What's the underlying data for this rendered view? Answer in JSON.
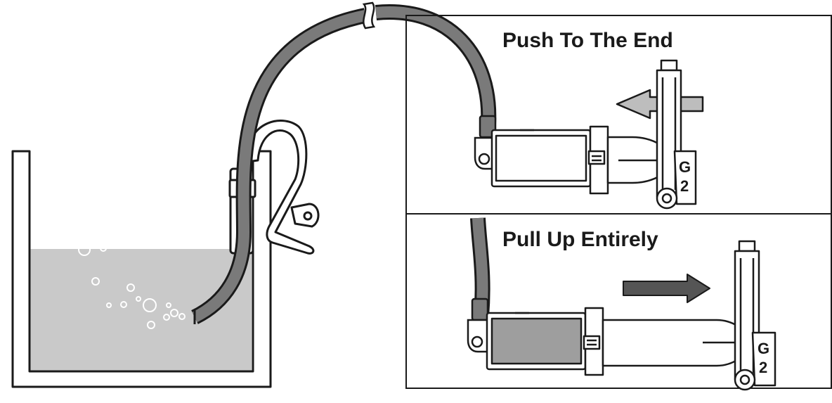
{
  "panels": {
    "top": {
      "caption": "Push To The End",
      "tag_letter": "G",
      "tag_number": "2"
    },
    "bottom": {
      "caption": "Pull Up Entirely",
      "tag_letter": "G",
      "tag_number": "2"
    }
  },
  "colors": {
    "line": "#1a1a1a",
    "hose": "#7a7a7a",
    "water": "#c9c9c9",
    "arrow_light": "#bdbdbd",
    "arrow_dark": "#555555",
    "filter_gray": "#9e9e9e"
  }
}
